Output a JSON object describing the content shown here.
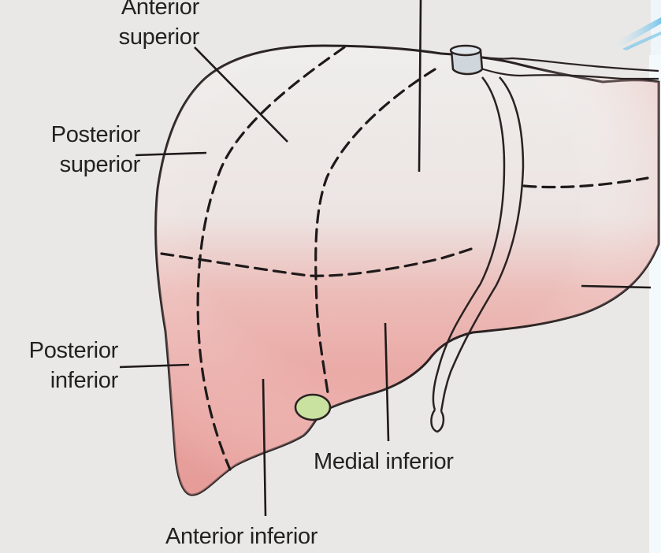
{
  "labels": {
    "anterior_superior": [
      "Anterior",
      "superior"
    ],
    "posterior_superior": [
      "Posterior",
      "superior"
    ],
    "posterior_inferior": [
      "Posterior",
      "inferior"
    ],
    "medial_inferior": "Medial inferior",
    "anterior_inferior": "Anterior inferior"
  },
  "colors": {
    "background": "#e9e8e6",
    "liver_upper": "#ecebe9",
    "liver_lower": "#eaa7a4",
    "outline": "#2a2222",
    "gallbladder": "#c9e2a0",
    "slide_accent": "#3fa7dc"
  }
}
